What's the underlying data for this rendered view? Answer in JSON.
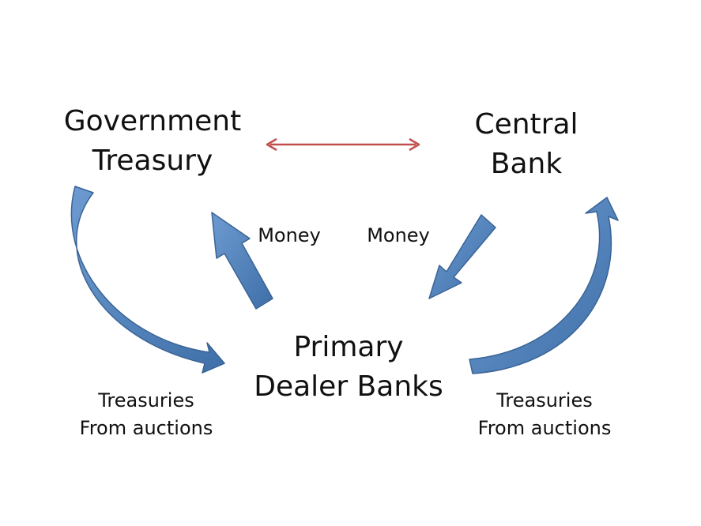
{
  "nodes": {
    "treasury": {
      "line1": "Government",
      "line2": "Treasury"
    },
    "central_bank": {
      "line1": "Central",
      "line2": "Bank"
    },
    "dealers": {
      "line1": "Primary",
      "line2": "Dealer Banks"
    }
  },
  "flows": {
    "money_to_treasury": "Money",
    "money_to_dealers": "Money",
    "treasuries_left": {
      "line1": "Treasuries",
      "line2": "From auctions"
    },
    "treasuries_right": {
      "line1": "Treasuries",
      "line2": "From auctions"
    }
  },
  "colors": {
    "block_arrow_fill": "#4f81bd",
    "block_arrow_stroke": "#3a6496",
    "link_arrow": "#c0504d",
    "text": "#111111"
  }
}
